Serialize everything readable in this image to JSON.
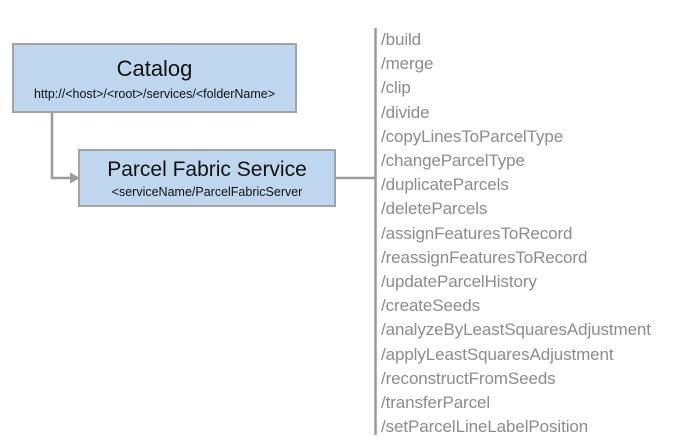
{
  "diagram": {
    "type": "service-endpoint-hierarchy",
    "nodes": [
      {
        "id": "catalog",
        "title": "Catalog",
        "subtitle": "http://<host>/<root>/services/<folderName>"
      },
      {
        "id": "parcel-fabric-service",
        "title": "Parcel Fabric Service",
        "subtitle": "<serviceName/ParcelFabricServer"
      }
    ],
    "operations": [
      "/build",
      "/merge",
      "/clip",
      "/divide",
      "/copyLinesToParcelType",
      "/changeParcelType",
      "/duplicateParcels",
      "/deleteParcels",
      "/assignFeaturesToRecord",
      "/reassignFeaturesToRecord",
      "/updateParcelHistory",
      "/createSeeds",
      "/analyzeByLeastSquaresAdjustment",
      "/applyLeastSquaresAdjustment",
      "/reconstructFromSeeds",
      "/transferParcel",
      "/setParcelLineLabelPosition"
    ],
    "colors": {
      "node_fill": "#bed7ef",
      "node_border": "#a3a3a3",
      "connector": "#9b9b9b",
      "operation_text": "#8c8c8c",
      "node_text": "#111111",
      "background": "#ffffff"
    }
  }
}
